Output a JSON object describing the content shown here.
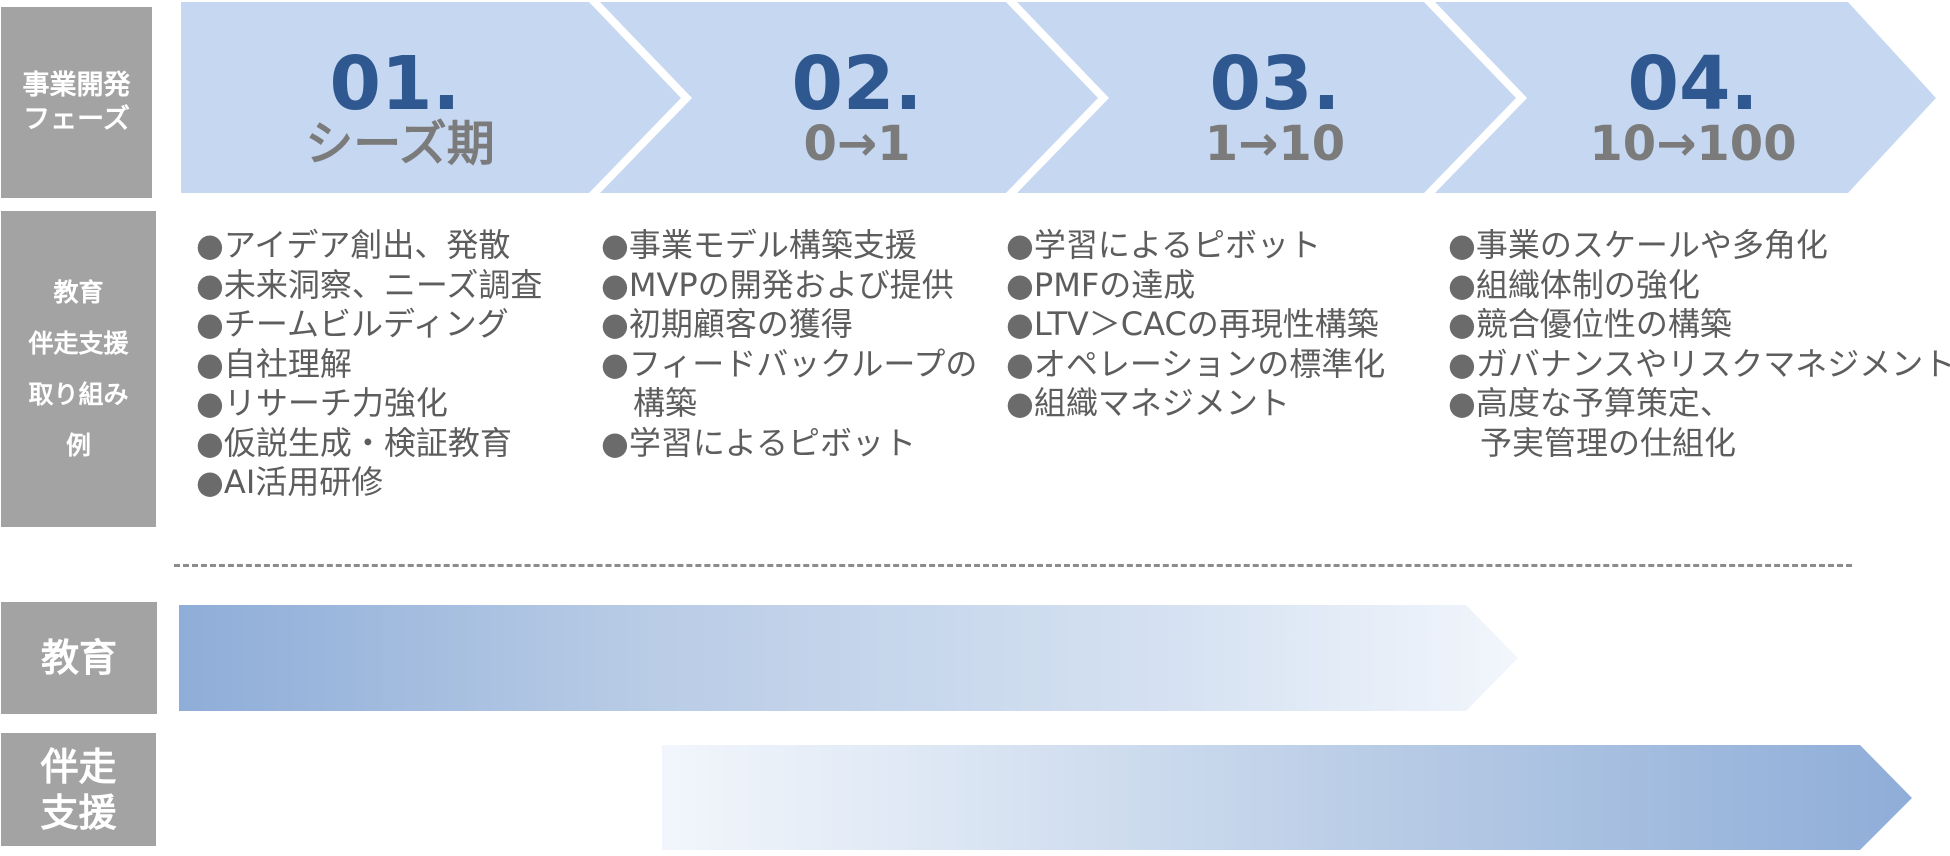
{
  "row_labels": {
    "phase": [
      "事業開発",
      "フェーズ"
    ],
    "support_examples": [
      "教育",
      "伴走支援",
      "取り組み",
      "例"
    ],
    "education": [
      "教育"
    ],
    "accompaniment": [
      "伴走",
      "支援"
    ]
  },
  "phases": [
    {
      "number": "01.",
      "subtitle": "シーズ期",
      "items": [
        [
          "アイデア創出、発散"
        ],
        [
          "未来洞察、ニーズ調査"
        ],
        [
          "チームビルディング"
        ],
        [
          "自社理解"
        ],
        [
          "リサーチ力強化"
        ],
        [
          "仮説生成・検証教育"
        ],
        [
          "AI活用研修"
        ]
      ]
    },
    {
      "number": "02.",
      "subtitle": "0→1",
      "items": [
        [
          "事業モデル構築支援"
        ],
        [
          "MVPの開発および提供"
        ],
        [
          "初期顧客の獲得"
        ],
        [
          "フィードバックループの",
          "構築"
        ],
        [
          "学習によるピボット"
        ]
      ]
    },
    {
      "number": "03.",
      "subtitle": "1→10",
      "items": [
        [
          "学習によるピボット"
        ],
        [
          "PMFの達成"
        ],
        [
          "LTV＞CACの再現性構築"
        ],
        [
          "オペレーションの標準化"
        ],
        [
          "組織マネジメント"
        ]
      ]
    },
    {
      "number": "04.",
      "subtitle": "10→100",
      "items": [
        [
          "事業のスケールや多角化"
        ],
        [
          "組織体制の強化"
        ],
        [
          "競合優位性の構築"
        ],
        [
          "ガバナンスやリスクマネジメント"
        ],
        [
          "高度な予算策定、",
          "予実管理の仕組化"
        ]
      ]
    }
  ],
  "colors": {
    "label_bg": "#a3a3a3",
    "chevron_fill": "#c6d8f1",
    "phase_number": "#2f5891",
    "phase_subtitle": "#7b7b7b",
    "bar_strong": "#8eadd8",
    "bar_faint": "#f2f6fc"
  }
}
